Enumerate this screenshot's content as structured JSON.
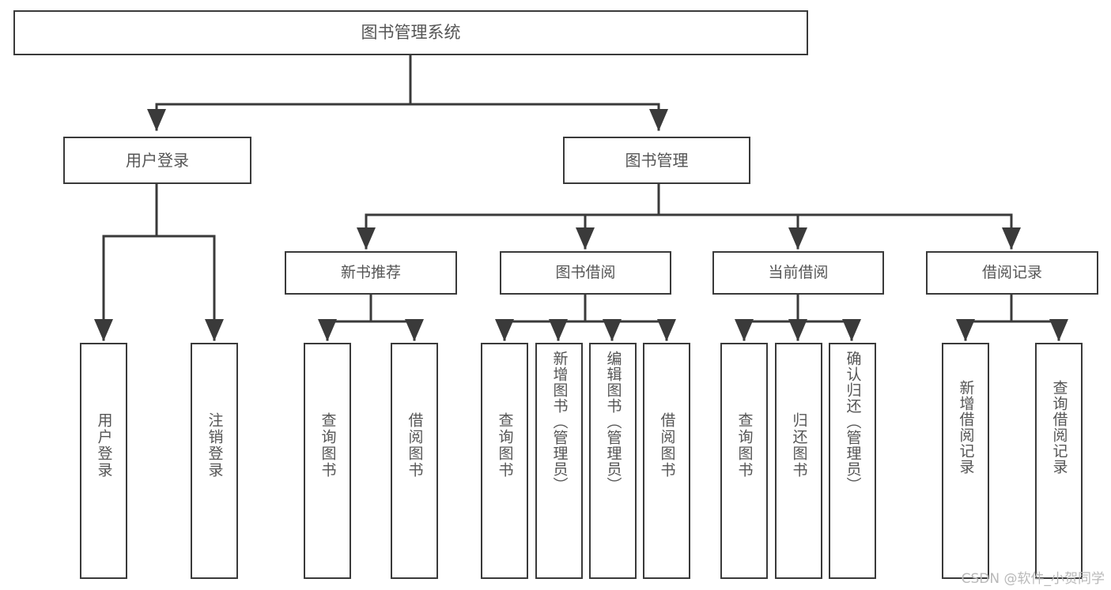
{
  "diagram": {
    "type": "tree",
    "title": "图书管理系统",
    "orientation": "top-down",
    "colors": {
      "background": "#ffffff",
      "box_border": "#3a3a3a",
      "box_fill": "#ffffff",
      "text": "#555555",
      "connector": "#3a3a3a",
      "watermark": "#b9b9b9"
    }
  },
  "root": {
    "label": "图书管理系统"
  },
  "level1": [
    {
      "label": "用户登录"
    },
    {
      "label": "图书管理"
    }
  ],
  "level2": [
    {
      "label": "新书推荐"
    },
    {
      "label": "图书借阅"
    },
    {
      "label": "当前借阅"
    },
    {
      "label": "借阅记录"
    }
  ],
  "leaves": {
    "user_login": [
      {
        "label": "用户登录"
      },
      {
        "label": "注销登录"
      }
    ],
    "new_book_recommend": [
      {
        "label": "查询图书"
      },
      {
        "label": "借阅图书"
      }
    ],
    "book_borrow": [
      {
        "label": "查询图书"
      },
      {
        "label": "新增图书（管理员）"
      },
      {
        "label": "编辑图书（管理员）"
      },
      {
        "label": "借阅图书"
      }
    ],
    "current_borrow": [
      {
        "label": "查询图书"
      },
      {
        "label": "归还图书"
      },
      {
        "label": "确认归还（管理员）"
      }
    ],
    "borrow_record": [
      {
        "label": "新增借阅记录"
      },
      {
        "label": "查询借阅记录"
      }
    ]
  },
  "watermark": {
    "text": "CSDN @软件_小贺同学"
  }
}
